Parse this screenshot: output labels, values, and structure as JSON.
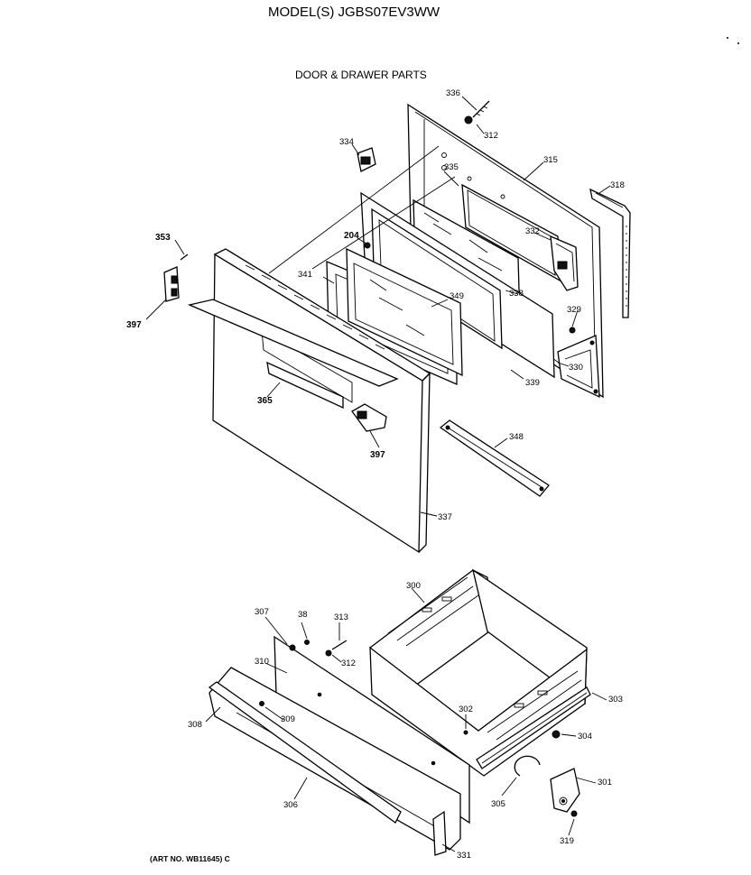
{
  "header": {
    "title": "MODEL(S) JGBS07EV3WW"
  },
  "section_title": "DOOR & DRAWER PARTS",
  "callouts": {
    "c336": "336",
    "c312a": "312",
    "c334": "334",
    "c335": "335",
    "c315": "315",
    "c318": "318",
    "c353": "353",
    "c204": "204",
    "c332": "332",
    "c341": "341",
    "c349": "349",
    "c338": "338",
    "c397a": "397",
    "c329": "329",
    "c330": "330",
    "c339": "339",
    "c365": "365",
    "c397b": "397",
    "c348": "348",
    "c337": "337",
    "c300": "300",
    "c307": "307",
    "c38": "38",
    "c313": "313",
    "c310": "310",
    "c312b": "312",
    "c303": "303",
    "c302": "302",
    "c308": "308",
    "c309": "309",
    "c304": "304",
    "c301": "301",
    "c306": "306",
    "c305": "305",
    "c319": "319",
    "c331": "331"
  },
  "footer": {
    "art_no": "(ART NO. WB11645) C"
  }
}
